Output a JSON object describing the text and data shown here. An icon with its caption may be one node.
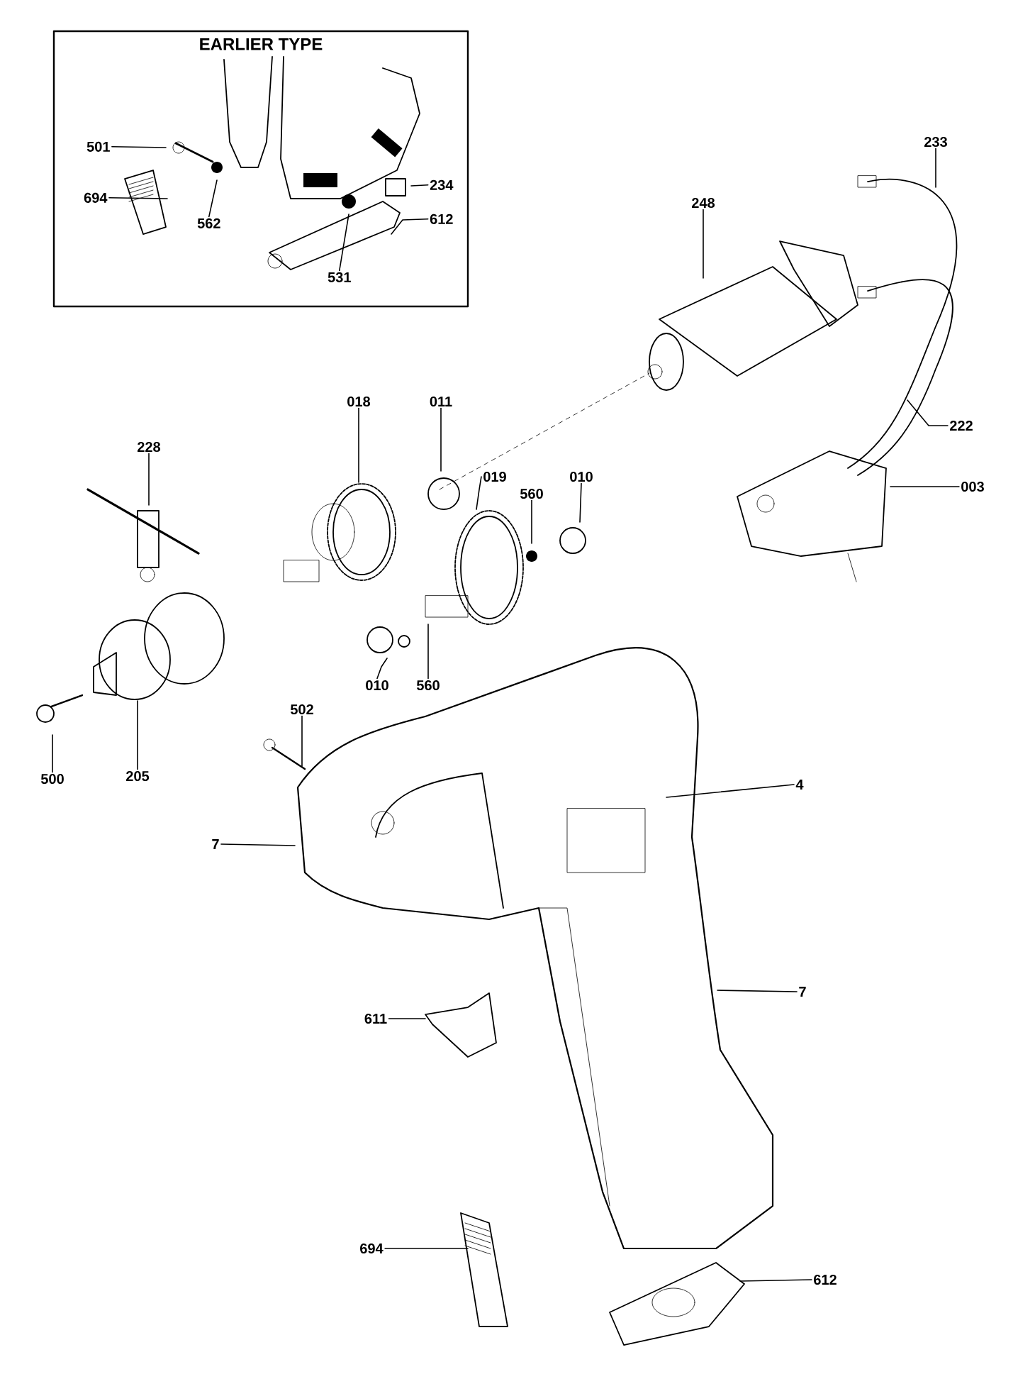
{
  "diagram": {
    "nodes": [
      {
        "text": [
          "EARLIER TYPE"
        ]
      },
      {
        "text": [
          "501"
        ],
        "in": 0
      },
      {
        "text": [
          "694"
        ],
        "in": 0
      },
      {
        "text": [
          "562"
        ],
        "in": 0
      },
      {
        "text": [
          "234"
        ],
        "in": 0
      },
      {
        "text": [
          "612"
        ],
        "in": 0
      },
      {
        "text": [
          "531"
        ],
        "in": 0
      },
      {
        "text": [
          "233"
        ]
      },
      {
        "text": [
          "248"
        ]
      },
      {
        "text": [
          "018"
        ]
      },
      {
        "text": [
          "011"
        ]
      },
      {
        "text": [
          "228"
        ]
      },
      {
        "text": [
          "019"
        ]
      },
      {
        "text": [
          "560"
        ]
      },
      {
        "text": [
          "010"
        ]
      },
      {
        "text": [
          "222"
        ]
      },
      {
        "text": [
          "003"
        ]
      },
      {
        "text": [
          "010"
        ]
      },
      {
        "text": [
          "560"
        ]
      },
      {
        "text": [
          "502"
        ]
      },
      {
        "text": [
          "500"
        ]
      },
      {
        "text": [
          "205"
        ]
      },
      {
        "text": [
          "4"
        ]
      },
      {
        "text": [
          "7"
        ]
      },
      {
        "text": [
          "7"
        ]
      },
      {
        "text": [
          "611"
        ]
      },
      {
        "text": [
          "694"
        ]
      },
      {
        "text": [
          "612"
        ]
      }
    ],
    "edges": [
      {
        "from": 1,
        "to": null,
        "arrow": "none"
      },
      {
        "from": 2,
        "to": null,
        "arrow": "none"
      },
      {
        "from": 3,
        "to": null,
        "arrow": "none"
      },
      {
        "from": 4,
        "to": null,
        "arrow": "none"
      },
      {
        "from": 5,
        "to": null,
        "arrow": "none"
      },
      {
        "from": 6,
        "to": null,
        "arrow": "none"
      },
      {
        "from": 7,
        "to": null,
        "arrow": "none"
      },
      {
        "from": 8,
        "to": null,
        "arrow": "none"
      },
      {
        "from": 9,
        "to": null,
        "arrow": "none"
      },
      {
        "from": 10,
        "to": null,
        "arrow": "none"
      },
      {
        "from": 11,
        "to": null,
        "arrow": "none"
      },
      {
        "from": 12,
        "to": null,
        "arrow": "none"
      },
      {
        "from": 13,
        "to": null,
        "arrow": "none"
      },
      {
        "from": 14,
        "to": null,
        "arrow": "none"
      },
      {
        "from": 15,
        "to": null,
        "arrow": "none"
      },
      {
        "from": 16,
        "to": null,
        "arrow": "none"
      },
      {
        "from": 17,
        "to": null,
        "arrow": "none"
      },
      {
        "from": 18,
        "to": null,
        "arrow": "none"
      },
      {
        "from": 19,
        "to": null,
        "arrow": "none"
      },
      {
        "from": 20,
        "to": null,
        "arrow": "none"
      },
      {
        "from": 21,
        "to": null,
        "arrow": "none"
      },
      {
        "from": 22,
        "to": null,
        "arrow": "none"
      },
      {
        "from": 23,
        "to": null,
        "arrow": "none"
      },
      {
        "from": 24,
        "to": null,
        "arrow": "none"
      },
      {
        "from": 25,
        "to": null,
        "arrow": "none"
      },
      {
        "from": 26,
        "to": null,
        "arrow": "none"
      },
      {
        "from": 27,
        "to": null,
        "arrow": "none"
      }
    ]
  }
}
